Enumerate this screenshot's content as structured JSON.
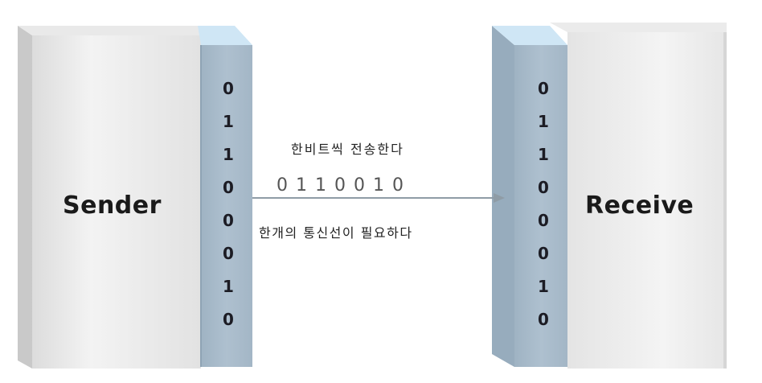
{
  "sender": {
    "label": "Sender",
    "bits": [
      "0",
      "1",
      "1",
      "0",
      "0",
      "0",
      "1",
      "0"
    ]
  },
  "receiver": {
    "label": "Receive",
    "bits": [
      "0",
      "1",
      "1",
      "0",
      "0",
      "0",
      "1",
      "0"
    ]
  },
  "transmission": {
    "caption_top": "한비트씩 전송한다",
    "bit_stream": "0110010",
    "caption_bottom": "한개의 통신선이 필요하다"
  },
  "colors": {
    "block_light": "#eeeeee",
    "block_shade": "#cfcfcf",
    "buffer_front": "#a9bccb",
    "buffer_top": "#cfe6f5",
    "line": "#8f9ca6"
  }
}
